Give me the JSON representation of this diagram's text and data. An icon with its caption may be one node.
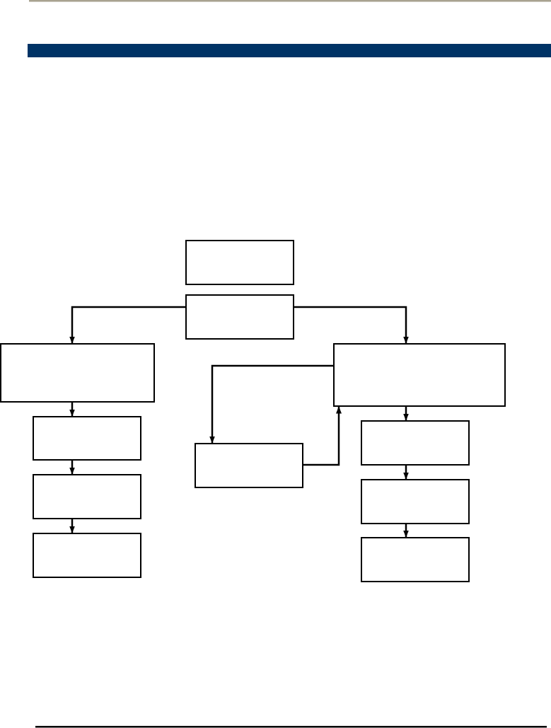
{
  "diagram": {
    "nodes": [
      {
        "text": [],
        "shape": "box"
      },
      {
        "text": [],
        "shape": "box"
      },
      {
        "text": [],
        "shape": "box"
      },
      {
        "text": [],
        "shape": "box"
      },
      {
        "text": [],
        "shape": "box"
      },
      {
        "text": [],
        "shape": "box"
      },
      {
        "text": [],
        "shape": "box"
      },
      {
        "text": [],
        "shape": "box"
      },
      {
        "text": [],
        "shape": "box"
      },
      {
        "text": [],
        "shape": "box"
      },
      {
        "text": [],
        "shape": "box"
      }
    ],
    "edges": [
      {
        "from": 1,
        "to": 2,
        "arrow": "to"
      },
      {
        "from": 1,
        "to": 3,
        "arrow": "to"
      },
      {
        "from": 2,
        "to": 4,
        "arrow": "to"
      },
      {
        "from": 3,
        "to": 5,
        "arrow": "to"
      },
      {
        "from": 5,
        "to": 3,
        "arrow": "to"
      },
      {
        "from": 4,
        "to": 7,
        "arrow": "to"
      },
      {
        "from": 7,
        "to": 9,
        "arrow": "to"
      },
      {
        "from": 3,
        "to": 6,
        "arrow": "to"
      },
      {
        "from": 6,
        "to": 8,
        "arrow": "to"
      },
      {
        "from": 8,
        "to": 10,
        "arrow": "to"
      }
    ]
  }
}
